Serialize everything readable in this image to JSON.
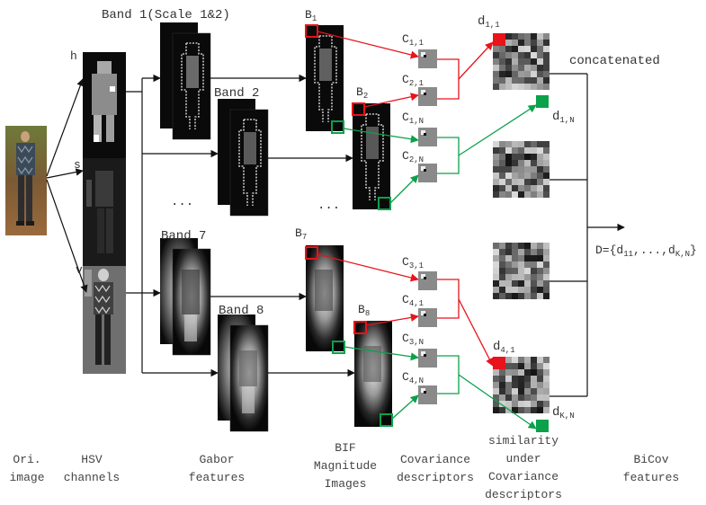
{
  "labels": {
    "band1": "Band 1(Scale 1&2)",
    "band2": "Band 2",
    "band7": "Band 7",
    "band8": "Band 8",
    "ch_h": "h",
    "ch_s": "s",
    "ch_v": "v",
    "dots": "...",
    "b1": "B",
    "b1_sub": "1",
    "b2": "B",
    "b2_sub": "2",
    "b7": "B",
    "b7_sub": "7",
    "b8": "B",
    "b8_sub": "8",
    "c11": "C",
    "c11_sub": "1,1",
    "c21": "C",
    "c21_sub": "2,1",
    "c1n": "C",
    "c1n_sub": "1,N",
    "c2n": "C",
    "c2n_sub": "2,N",
    "c31": "C",
    "c31_sub": "3,1",
    "c41": "C",
    "c41_sub": "4,1",
    "c3n": "C",
    "c3n_sub": "3,N",
    "c4n": "C",
    "c4n_sub": "4,N",
    "d11": "d",
    "d11_sub": "1,1",
    "d1n": "d",
    "d1n_sub": "1,N",
    "d41": "d",
    "d41_sub": "4,1",
    "dkn": "d",
    "dkn_sub": "K,N",
    "concatenated": "concatenated",
    "D_pre": "D={d",
    "D_sub1": "11",
    "D_mid": ",...,d",
    "D_sub2": "K,N",
    "D_post": "}"
  },
  "captions": {
    "ori": [
      "Ori.",
      "image"
    ],
    "hsv": [
      "HSV",
      "channels"
    ],
    "gabor": [
      "Gabor",
      "features"
    ],
    "bif": [
      "BIF",
      "Magnitude",
      "Images"
    ],
    "cov": [
      "Covariance",
      "descriptors"
    ],
    "sim": [
      "similarity",
      "under",
      "Covariance",
      "descriptors"
    ],
    "bicov": [
      "BiCov",
      "features"
    ]
  },
  "colors": {
    "red": "#e8131b",
    "green": "#0aa14a",
    "arrow": "#111111"
  }
}
